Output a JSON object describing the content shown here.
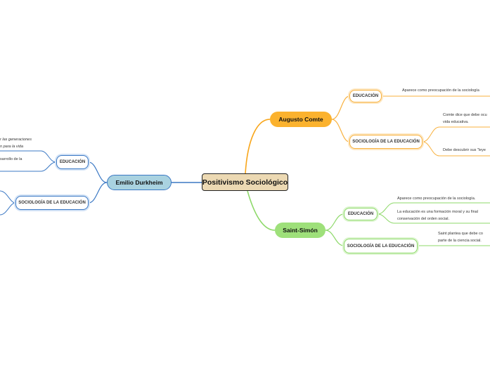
{
  "central": {
    "label": "Positivismo Sociológico"
  },
  "colors": {
    "orange": "#fbb22e",
    "blue": "#3b78c4",
    "green": "#9ee07a",
    "central_fill": "#ecd9b3"
  },
  "branches": {
    "augusto": {
      "label": "Augusto Comte",
      "educacion": {
        "label": "EDUCACIÓN",
        "text": "Aparece como preocupación de la sociología"
      },
      "sociologia": {
        "label": "SOCIOLOGÍA DE LA EDUCACIÓN",
        "text1_line1": "Comte dice que debe ocu",
        "text1_line2": "vida educativa.",
        "text2": "Debe descubrir sus \"leye"
      }
    },
    "durkheim": {
      "label": "Emilio Durkheim",
      "educacion": {
        "label": "EDUCACIÓN",
        "text1_line1": "r las generaciones",
        "text1_line2": "n para la vida",
        "text2": "sarrollo de la"
      },
      "sociologia": {
        "label": "SOCIOLOGÍA DE LA EDUCACIÓN"
      }
    },
    "saint": {
      "label": "Saint-Simón",
      "educacion": {
        "label": "EDUCACIÓN",
        "text1": "Aparece como preocupación de la sociología.",
        "text2_line1": "La educación es una formación moral y su final",
        "text2_line2": "conservación del orden social."
      },
      "sociologia": {
        "label": "SOCIOLOGÍA DE LA EDUCACIÓN",
        "text1_line1": "Saint plantea que debe co",
        "text1_line2": "parte de la ciencia social."
      }
    }
  }
}
